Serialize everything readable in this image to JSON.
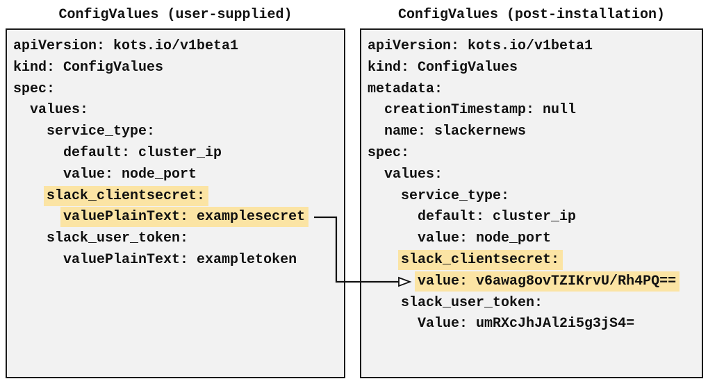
{
  "diagram": {
    "colors": {
      "highlight": "#FBE4A4",
      "panel_background": "#F2F2F2",
      "panel_border": "#1A1A1A",
      "text": "#111111",
      "arrow": "#111111"
    },
    "left": {
      "title": "ConfigValues (user-supplied)",
      "lines": [
        {
          "indent": "",
          "text": "apiVersion: kots.io/v1beta1",
          "highlight": false
        },
        {
          "indent": "",
          "text": "kind: ConfigValues",
          "highlight": false
        },
        {
          "indent": "",
          "text": "spec:",
          "highlight": false
        },
        {
          "indent": "  ",
          "text": "values:",
          "highlight": false
        },
        {
          "indent": "    ",
          "text": "service_type:",
          "highlight": false
        },
        {
          "indent": "      ",
          "text": "default: cluster_ip",
          "highlight": false
        },
        {
          "indent": "      ",
          "text": "value: node_port",
          "highlight": false
        },
        {
          "indent": "    ",
          "text": "slack_clientsecret:",
          "highlight": true
        },
        {
          "indent": "      ",
          "text": "valuePlainText: examplesecret",
          "highlight": true
        },
        {
          "indent": "    ",
          "text": "slack_user_token:",
          "highlight": false
        },
        {
          "indent": "      ",
          "text": "valuePlainText: exampletoken",
          "highlight": false
        }
      ]
    },
    "right": {
      "title": "ConfigValues (post-installation)",
      "lines": [
        {
          "indent": "",
          "text": "apiVersion: kots.io/v1beta1",
          "highlight": false
        },
        {
          "indent": "",
          "text": "kind: ConfigValues",
          "highlight": false
        },
        {
          "indent": "",
          "text": "metadata:",
          "highlight": false
        },
        {
          "indent": "  ",
          "text": "creationTimestamp: null",
          "highlight": false
        },
        {
          "indent": "  ",
          "text": "name: slackernews",
          "highlight": false
        },
        {
          "indent": "",
          "text": "spec:",
          "highlight": false
        },
        {
          "indent": "  ",
          "text": "values:",
          "highlight": false
        },
        {
          "indent": "    ",
          "text": "service_type:",
          "highlight": false
        },
        {
          "indent": "      ",
          "text": "default: cluster_ip",
          "highlight": false
        },
        {
          "indent": "      ",
          "text": "value: node_port",
          "highlight": false
        },
        {
          "indent": "    ",
          "text": "slack_clientsecret:",
          "highlight": true
        },
        {
          "indent": "      ",
          "text": "value: v6awag8ovTZIKrvU/Rh4PQ==",
          "highlight": true
        },
        {
          "indent": "    ",
          "text": "slack_user_token:",
          "highlight": false
        },
        {
          "indent": "      ",
          "text": "Value: umRXcJhJAl2i5g3jS4=",
          "highlight": false
        }
      ]
    }
  }
}
